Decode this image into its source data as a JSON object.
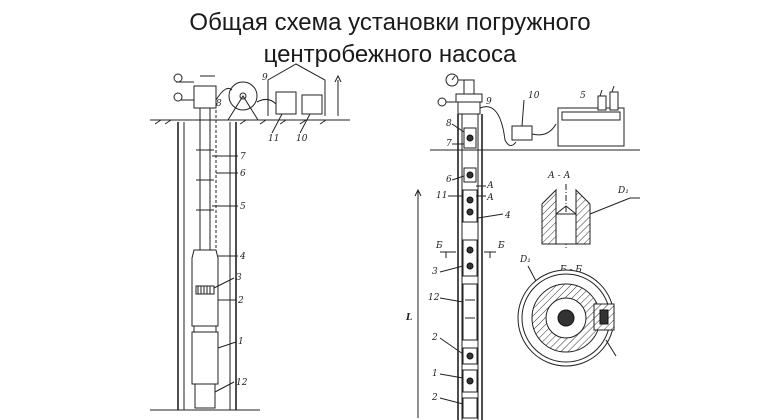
{
  "title": {
    "line1": "Общая схема установки погружного",
    "line2": "центробежного  насоса"
  },
  "left_diagram": {
    "labels": [
      "9",
      "8",
      "11",
      "10",
      "7",
      "6",
      "5",
      "4",
      "3",
      "2",
      "1",
      "12"
    ]
  },
  "right_diagram": {
    "labels": [
      "10",
      "5",
      "9",
      "8",
      "7",
      "6",
      "11",
      "4",
      "3",
      "12",
      "2",
      "1",
      "2"
    ],
    "section_marks": [
      "А",
      "А",
      "Б",
      "Б"
    ],
    "length_label": "L"
  },
  "section_aa": {
    "title": "А - А",
    "dim": "D₁"
  },
  "section_bb": {
    "title": "Б - Б",
    "dim": "D₁"
  }
}
